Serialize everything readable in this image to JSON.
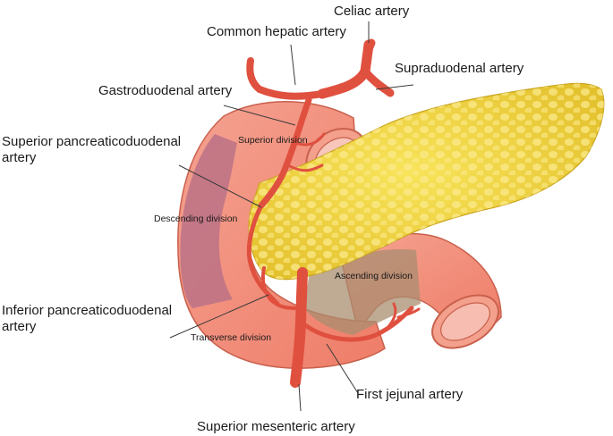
{
  "labels": {
    "celiac": "Celiac artery",
    "common_hepatic": "Common hepatic artery",
    "supraduodenal": "Supraduodenal artery",
    "gastroduodenal": "Gastroduodenal artery",
    "superior_pd_line1": "Superior pancreaticoduodenal",
    "superior_pd_line2": "artery",
    "inferior_pd_line1": "Inferior pancreaticoduodenal",
    "inferior_pd_line2": "artery",
    "first_jejunal": "First jejunal artery",
    "superior_mesenteric": "Superior mesenteric artery"
  },
  "divisions": {
    "superior": "Superior division",
    "descending": "Descending division",
    "ascending": "Ascending division",
    "transverse": "Transverse division"
  },
  "colors": {
    "pancreas": "#f0d23a",
    "pancreas_dot": "#fbe98a",
    "duodenum": "#f08a74",
    "descending_tint": "#b86f86",
    "ascending_tint": "#b59a7a",
    "artery": "#e0503f"
  }
}
